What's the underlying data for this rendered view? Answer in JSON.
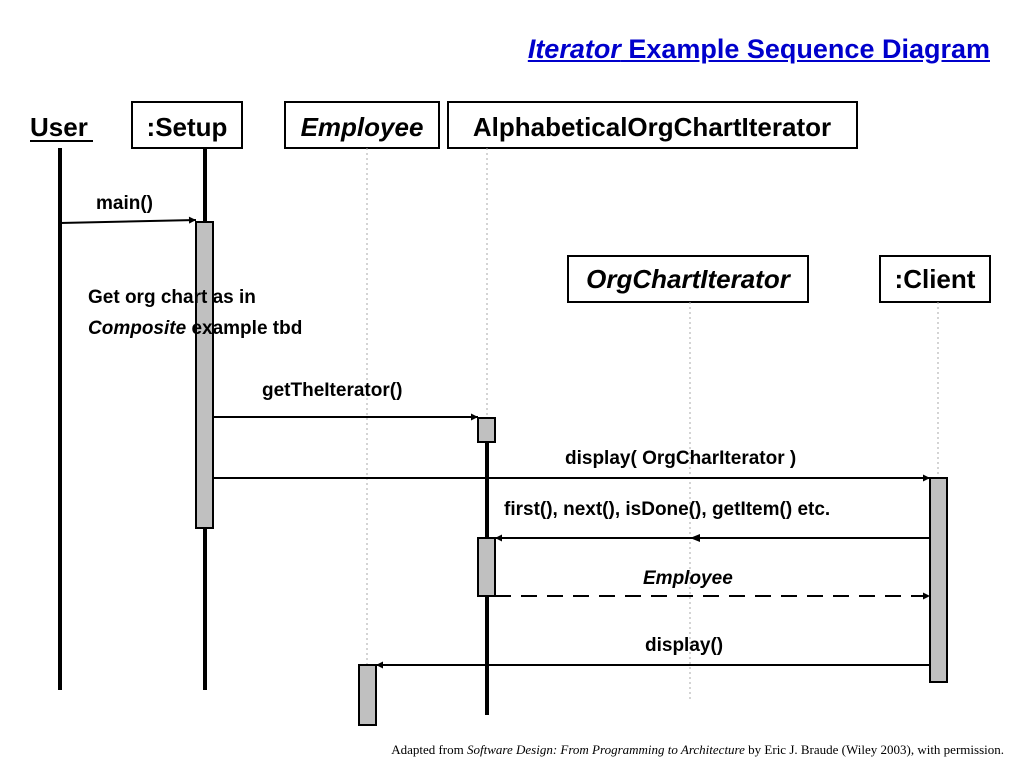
{
  "title": {
    "emphasis": "Iterator",
    "rest": " Example Sequence Diagram"
  },
  "participants": {
    "user": "User",
    "setup": ":Setup",
    "employee": "Employee",
    "alpha": "AlphabeticalOrgChartIterator",
    "orgchart": "OrgChartIterator",
    "client": ":Client"
  },
  "messages": {
    "main": "main()",
    "get_iterator": "getTheIterator()",
    "display_iter": "display( OrgCharIterator )",
    "iterate": "first(), next(), isDone(), getItem() etc.",
    "employee_return": "Employee",
    "display": "display()"
  },
  "note": {
    "line1": "Get org chart as in",
    "line2_emphasis": "Composite",
    "line2_rest": " example tbd"
  },
  "credit": {
    "prefix": "Adapted from ",
    "book": "Software Design: From Programming to Architecture",
    "suffix": " by Eric J. Braude (Wiley 2003), with permission."
  },
  "colors": {
    "title": "#0000cc",
    "activation": "#c0c0c0",
    "lifeline": "#000000"
  }
}
